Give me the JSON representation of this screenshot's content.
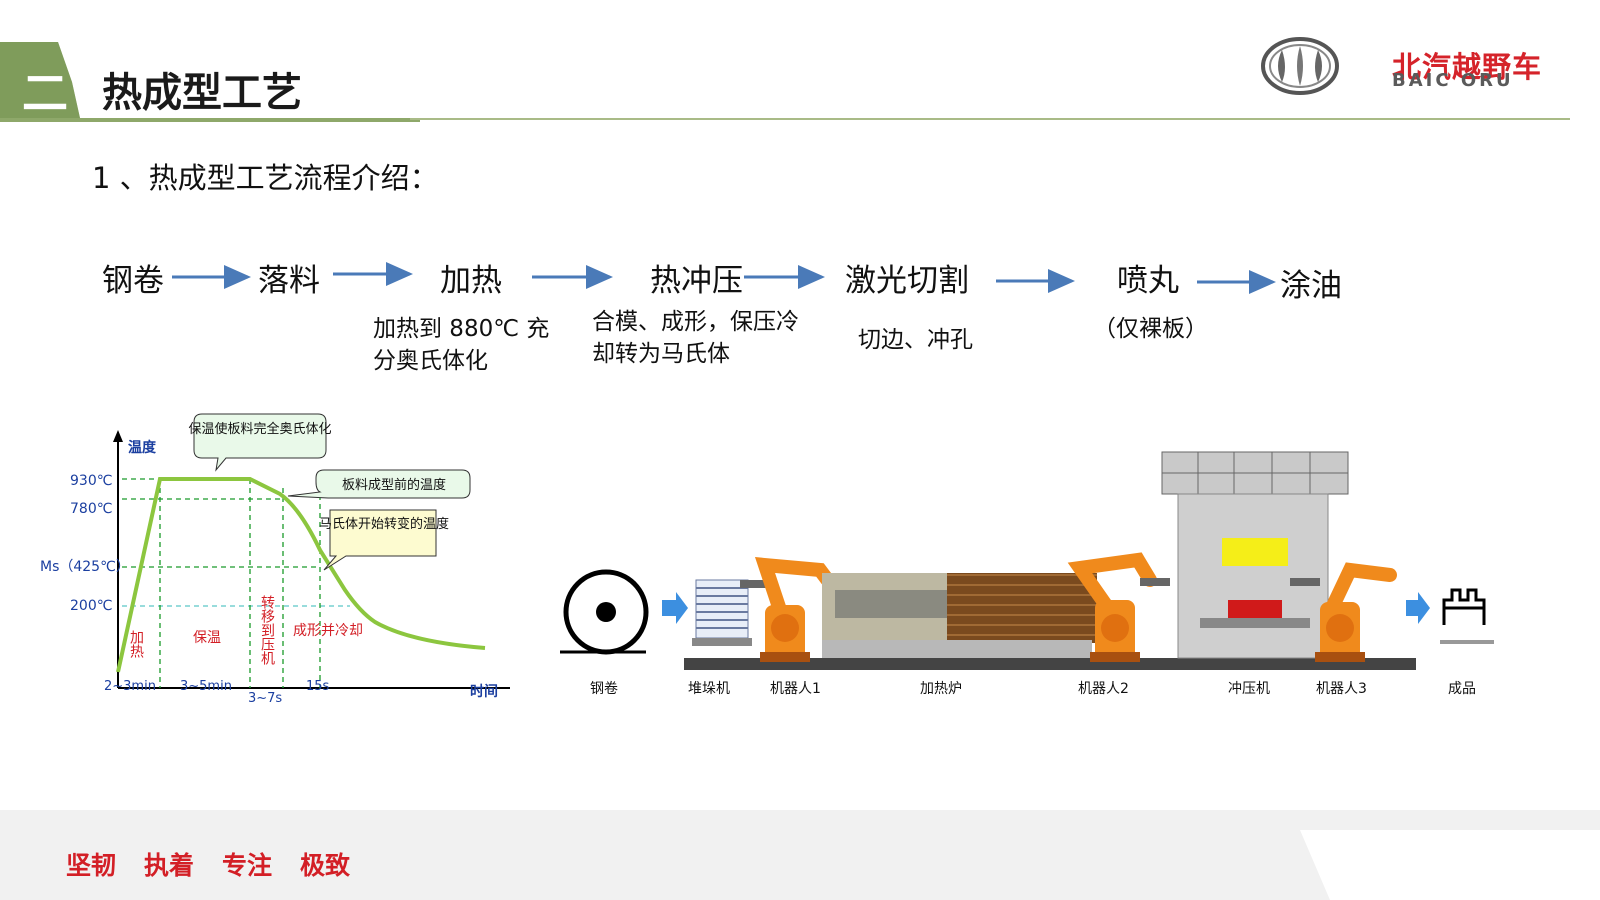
{
  "header": {
    "section_number": "二",
    "title": "热成型工艺"
  },
  "logo": {
    "brand_cn": "北汽越野车",
    "brand_en": "BAIC ORU"
  },
  "subtitle": "1 、热成型工艺流程介绍：",
  "process_steps": [
    "钢卷",
    "落料",
    "加热",
    "热冲压",
    "激光切割",
    "喷丸",
    "涂油"
  ],
  "process_notes": {
    "heating_line1": "加热到 880℃ 充",
    "heating_line2": "分奥氏体化",
    "stamping_line1": "合模、成形，保压冷",
    "stamping_line2": "却转为马氏体",
    "laser": "切边、冲孔",
    "shot_blast": "（仅裸板）"
  },
  "chart_data": {
    "type": "line",
    "title": "",
    "xlabel": "时间",
    "ylabel": "温度",
    "y_tick_labels": [
      "930℃",
      "780℃",
      "Ms（425℃）",
      "200℃"
    ],
    "y_ticks": [
      930,
      780,
      425,
      200
    ],
    "x_segment_labels": [
      "2~3min",
      "3~5min",
      "3~7s",
      "15s"
    ],
    "stage_labels": [
      "加热",
      "保温",
      "转移到压机",
      "成形并冷却"
    ],
    "callouts": [
      "保温使板料完全奥氏体化",
      "板料成型前的温度",
      "马氏体开始转变的温度"
    ],
    "series": [
      {
        "x_phase_boundaries": [
          "start",
          "2~3min",
          "3~5min",
          "3~7s",
          "15s"
        ],
        "points_approx": [
          [
            0,
            20
          ],
          [
            1,
            930
          ],
          [
            2,
            930
          ],
          [
            3,
            780
          ],
          [
            4,
            200
          ]
        ]
      }
    ],
    "line_color": "#8cc63f"
  },
  "line_diagram": {
    "labels": [
      "钢卷",
      "堆垛机",
      "机器人1",
      "加热炉",
      "机器人2",
      "冲压机",
      "机器人3",
      "成品"
    ]
  },
  "footer": {
    "slogans": [
      "坚韧",
      "执着",
      "专注",
      "极致"
    ]
  }
}
